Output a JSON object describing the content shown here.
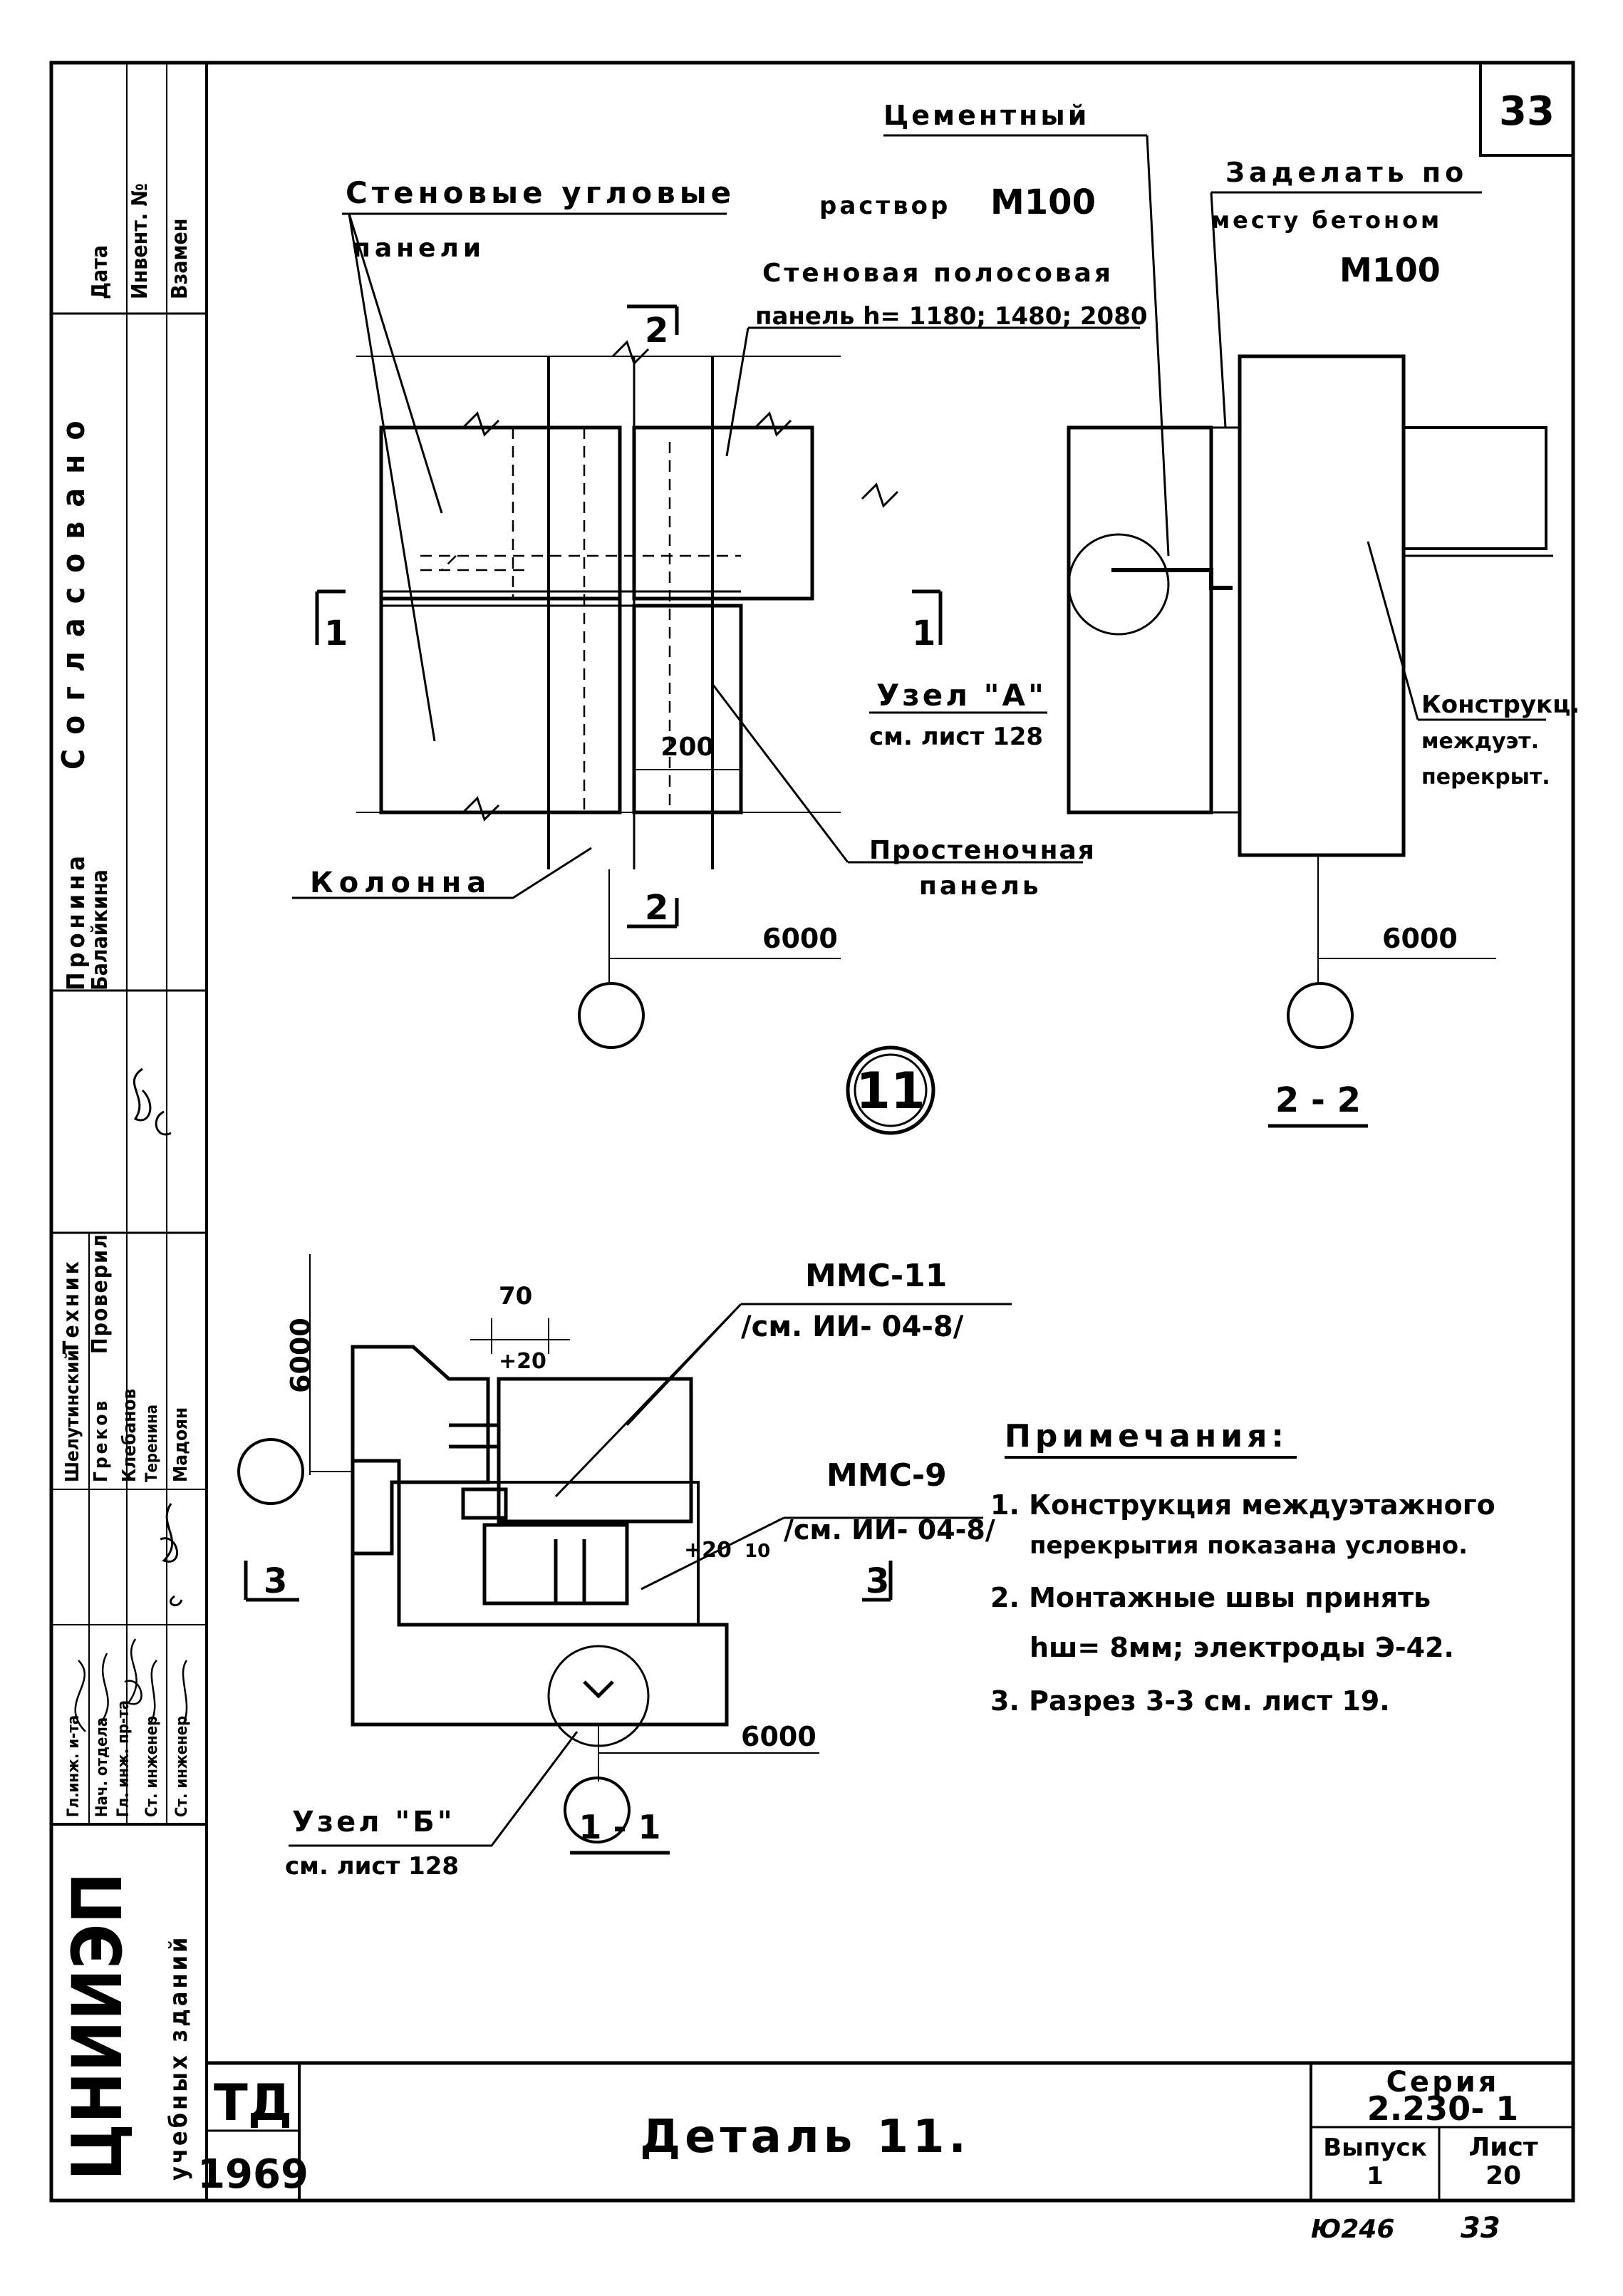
{
  "sheet": {
    "page_number": "33",
    "bottom_code": "Ю246",
    "bottom_sheet": "33"
  },
  "stamp_column": {
    "header": [
      "Дата",
      "Инвент. №",
      "Взамен"
    ],
    "agreed": "Согласовано",
    "agreed_names": [
      "Пронина",
      "Балайкина"
    ],
    "roles": [
      "Техник",
      "Проверил"
    ],
    "names_tech": [
      "Шелутинский",
      "Греков"
    ],
    "names_check": [
      "Клебанов",
      "Теренина",
      "Мадоян"
    ],
    "positions": [
      "Гл.инж. и-та",
      "Нач. отдела",
      "Гл. инж. пр-та",
      "Ст. инженер",
      "Ст. инженер"
    ],
    "org": "ЦНИИЭП",
    "org_sub": "учебных зданий"
  },
  "plan": {
    "label_corner_panels_1": "Стеновые угловые",
    "label_corner_panels_2": "панели",
    "label_cement_1": "Цементный",
    "label_cement_2": "раствор",
    "label_cement_grade": "М100",
    "label_strip_1": "Стеновая полосовая",
    "label_strip_2": "панель h= 1180; 1480; 2080",
    "label_column": "Колонна",
    "label_pier_1": "Простеночная",
    "label_pier_2": "панель",
    "dim_200": "200",
    "dim_6000": "6000",
    "section_2": "2",
    "section_1": "1",
    "node_a_1": "Узел \"А\"",
    "node_a_2": "см. лист 128",
    "detail_mark": "11"
  },
  "section22": {
    "label_fill_1": "Заделать по",
    "label_fill_2": "месту бетоном",
    "label_fill_grade": "М100",
    "label_floor_1": "Конструкц.",
    "label_floor_2": "междуэт.",
    "label_floor_3": "перекрыт.",
    "dim_6000": "6000",
    "title": "2 - 2"
  },
  "section11": {
    "mmc11_1": "ММС-11",
    "mmc11_2": "/см. ИИ- 04-8/",
    "mmc9_1": "ММС-9",
    "mmc9_2": "/см. ИИ- 04-8/",
    "dim_70": "70",
    "dim_20a": "+20",
    "dim_20b": "+20",
    "dim_10": "10",
    "dim_6000_v": "6000",
    "dim_6000_h": "6000",
    "section_3": "3",
    "node_b_1": "Узел \"Б\"",
    "node_b_2": "см. лист 128",
    "title": "1 - 1"
  },
  "notes": {
    "heading": "Примечания:",
    "items": [
      "1. Конструкция междуэтажного",
      "перекрытия показана условно.",
      "2. Монтажные швы принять",
      "hш= 8мм; электроды Э-42.",
      "3. Разрез 3-3 см. лист 19."
    ]
  },
  "title_block": {
    "td": "ТД",
    "year": "1969",
    "title": "Деталь 11.",
    "series_label": "Серия",
    "series_value": "2.230- 1",
    "issue_label": "Выпуск",
    "issue_value": "1",
    "sheet_label": "Лист",
    "sheet_value": "20"
  }
}
